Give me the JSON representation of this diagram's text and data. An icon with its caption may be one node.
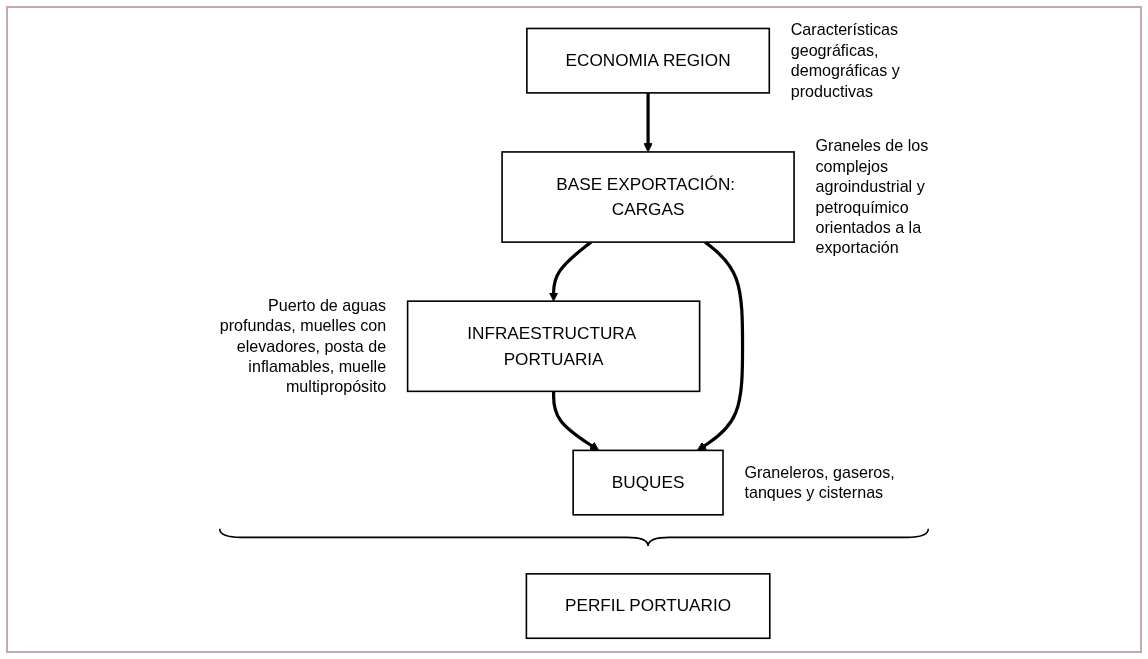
{
  "diagram": {
    "nodes": [
      {
        "text": [
          "ECONOMIA REGION"
        ],
        "beside": [
          "Características geográficas, demográficas y productivas"
        ]
      },
      {
        "text": [
          "INFRAESTRUCTURA PORTUARIA"
        ],
        "beside": [
          "Puerto de aguas profundas, muelles con elevadores, posta de inflamables, muelle multipropósito"
        ]
      },
      {
        "text": [
          "BASE EXPORTACIÓN: CARGAS"
        ],
        "beside": [
          "Graneles de los complejos agroindustrial y petroquímico orientados a la exportación"
        ]
      },
      {
        "text": [
          "BUQUES"
        ],
        "beside": [
          "Graneleros, gaseros, tanques y cisternas"
        ]
      },
      {
        "text": [
          "PERFIL PORTUARIO"
        ]
      }
    ],
    "edges": [
      {
        "from": 0,
        "to": 2,
        "arrow": "to"
      },
      {
        "from": 2,
        "to": 1,
        "arrow": "to"
      },
      {
        "from": 1,
        "to": 3,
        "arrow": "to"
      },
      {
        "from": 2,
        "to": 3,
        "arrow": "to"
      }
    ]
  }
}
